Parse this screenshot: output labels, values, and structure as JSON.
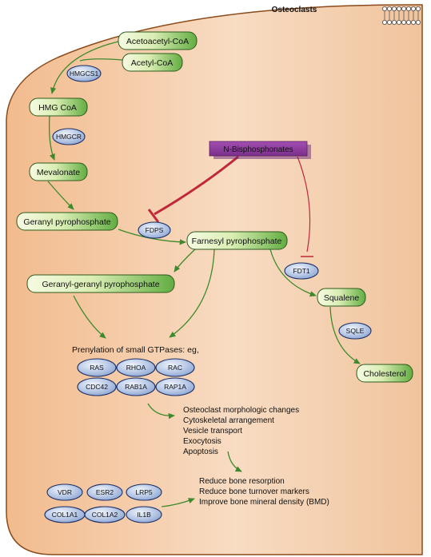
{
  "title": "Osteoclasts",
  "metabolites": {
    "acetoacetyl_coa": "Acetoacetyl-CoA",
    "acetyl_coa": "Acetyl-CoA",
    "hmg_coa": "HMG CoA",
    "mevalonate": "Mevalonate",
    "geranyl_pp": "Geranyl pyrophosphate",
    "farnesyl_pp": "Farnesyl pyrophosphate",
    "geranylgeranyl_pp": "Geranyl-geranyl pyrophosphate",
    "squalene": "Squalene",
    "cholesterol": "Cholesterol"
  },
  "drug": "N-Bisphosphonates",
  "enzymes": {
    "hmgcs1": "HMGCS1",
    "hmgcr": "HMGCR",
    "fdps": "FDPS",
    "fdft1": "FDT1",
    "sqle": "SQLE"
  },
  "prenylation": {
    "label": "Prenylation of small GTPases: eg,",
    "gtpases": [
      "RAS",
      "RHOA",
      "RAC",
      "CDC42",
      "RAB1A",
      "RAP1A"
    ]
  },
  "effects": [
    "Osteoclast morphologic changes",
    "Cytoskeletal arrangement",
    "Vesicle transport",
    "Exocytosis",
    "Apoptosis"
  ],
  "genes": [
    "VDR",
    "ESR2",
    "LRP5",
    "COL1A1",
    "COL1A2",
    "IL1B"
  ],
  "outcomes": [
    "Reduce bone resorption",
    "Reduce bone turnover markers",
    "Improve bone mineral density (BMD)"
  ],
  "colors": {
    "cell_fill": "#f4cba6",
    "cell_stroke": "#8a4a1a",
    "box_light": "#f4f9dc",
    "box_dark": "#6fb84a",
    "enzyme": "#a9bde0",
    "drug": "#8c3a9a",
    "arrow": "#3d8a2c",
    "inhibit": "#c0283a"
  }
}
